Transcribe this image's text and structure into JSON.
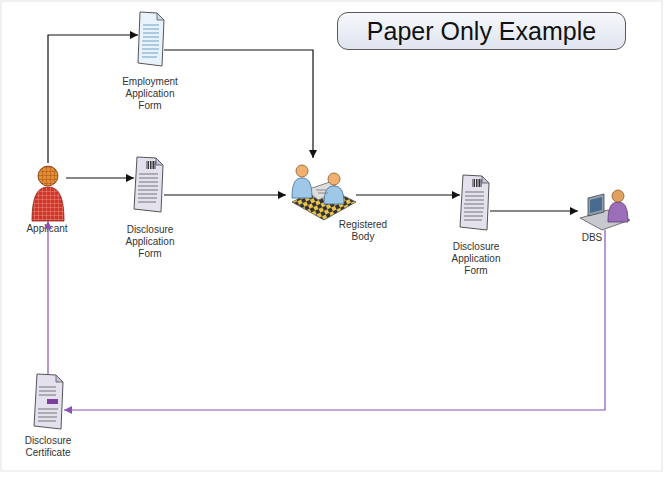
{
  "diagram": {
    "title": "Paper Only Example",
    "nodes": [
      {
        "text": [
          "Employment Application Form"
        ]
      },
      {
        "text": [
          "Applicant"
        ]
      },
      {
        "text": [
          "Disclosure Application Form"
        ]
      },
      {
        "text": [
          "Registered Body"
        ]
      },
      {
        "text": [
          "Disclosure Application Form"
        ]
      },
      {
        "text": [
          "DBS"
        ]
      },
      {
        "text": [
          "Disclosure Certificate"
        ]
      }
    ],
    "edges": [
      {
        "from": 1,
        "to": 0,
        "arrow": "to"
      },
      {
        "from": 0,
        "to": 3,
        "arrow": "to"
      },
      {
        "from": 1,
        "to": 2,
        "arrow": "to"
      },
      {
        "from": 2,
        "to": 3,
        "arrow": "to"
      },
      {
        "from": 3,
        "to": 4,
        "arrow": "to"
      },
      {
        "from": 4,
        "to": 5,
        "arrow": "to"
      },
      {
        "from": 5,
        "to": 6,
        "arrow": "to"
      },
      {
        "from": 6,
        "to": 1,
        "arrow": "to"
      }
    ]
  }
}
